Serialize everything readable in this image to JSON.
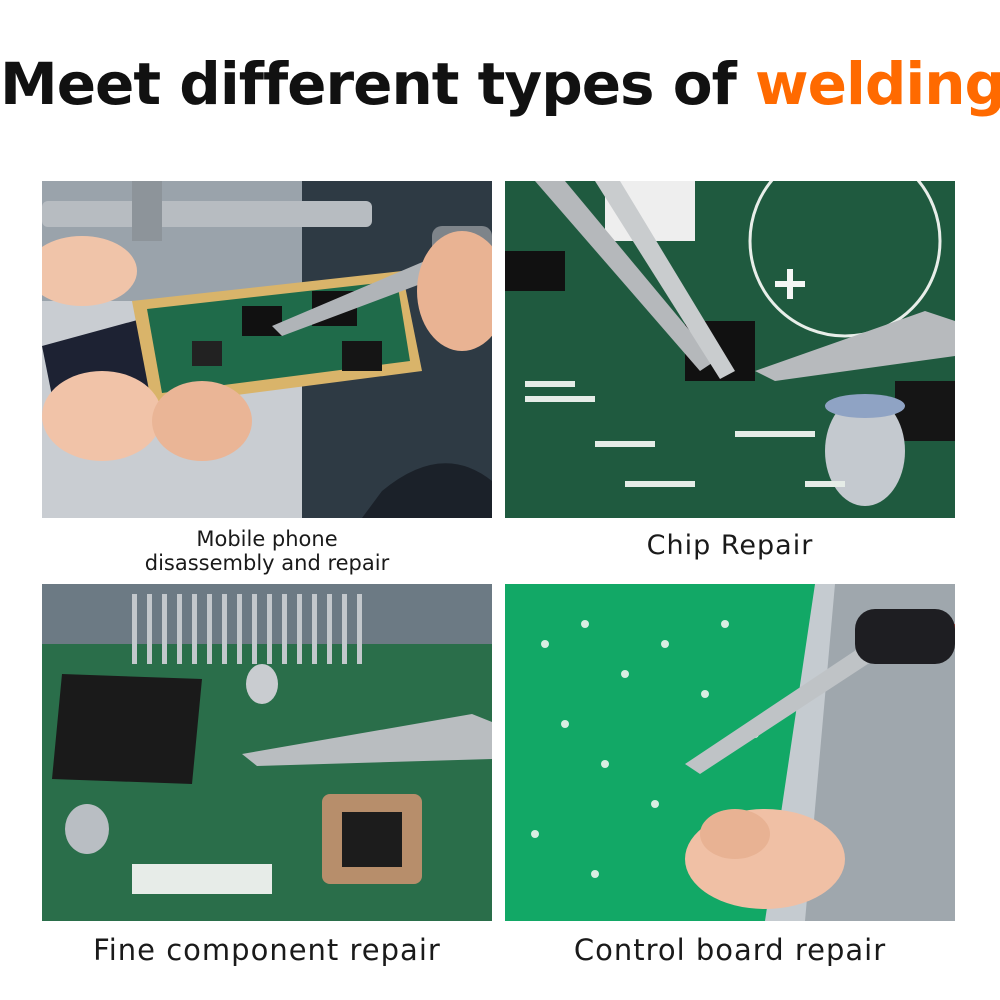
{
  "headline": {
    "main": "Meet different types of",
    "accent": "welding"
  },
  "accent_color": "#ff6a00",
  "panels": [
    {
      "caption_line1": "Mobile phone",
      "caption_line2": "disassembly and repair",
      "image": "mobile-phone-repair-photo"
    },
    {
      "caption": "Chip Repair",
      "image": "chip-repair-photo"
    },
    {
      "caption": "Fine component repair",
      "image": "fine-component-repair-photo"
    },
    {
      "caption": "Control board repair",
      "image": "control-board-repair-photo"
    }
  ]
}
